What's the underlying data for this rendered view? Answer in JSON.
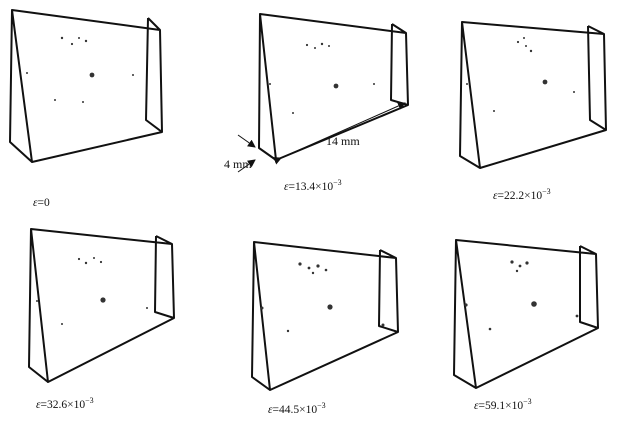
{
  "figure": {
    "panels": [
      {
        "strain_symbol": "ε",
        "strain_value": "=0",
        "exponent": ""
      },
      {
        "strain_symbol": "ε",
        "strain_value": "=13.4×10",
        "exponent": "−3"
      },
      {
        "strain_symbol": "ε",
        "strain_value": "=22.2×10",
        "exponent": "−3"
      },
      {
        "strain_symbol": "ε",
        "strain_value": "=32.6×10",
        "exponent": "−3"
      },
      {
        "strain_symbol": "ε",
        "strain_value": "=44.5×10",
        "exponent": "−3"
      },
      {
        "strain_symbol": "ε",
        "strain_value": "=59.1×10",
        "exponent": "−3"
      }
    ],
    "dimensions": {
      "length_label": "14 mm",
      "thickness_label": "4 mm"
    },
    "colors": {
      "edge": "#111111",
      "pore": "#333333",
      "background": "#ffffff"
    }
  }
}
